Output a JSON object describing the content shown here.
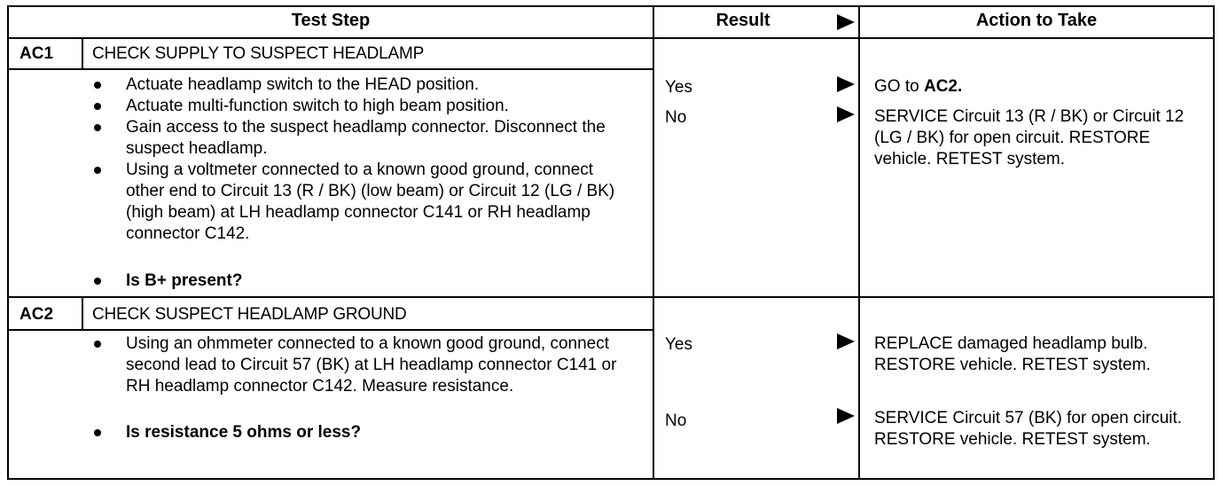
{
  "headers": {
    "test_step": "Test Step",
    "result": "Result",
    "action": "Action to Take"
  },
  "sections": [
    {
      "code": "AC1",
      "title": "CHECK SUPPLY TO SUSPECT HEADLAMP",
      "steps": [
        "Actuate headlamp switch to the HEAD position.",
        "Actuate multi-function switch to high beam position.",
        "Gain access to the suspect headlamp connector. Disconnect the suspect headlamp.",
        "Using a voltmeter connected to a known good ground, connect other end to Circuit 13 (R / BK) (low beam) or Circuit 12 (LG / BK) (high beam) at LH headlamp connector C141 or RH headlamp connector C142."
      ],
      "question": "Is B+ present?",
      "results": [
        {
          "result": "Yes",
          "action_prefix": "GO to ",
          "action_bold": "AC2."
        },
        {
          "result": "No",
          "action": "SERVICE Circuit 13 (R / BK) or Circuit 12 (LG / BK) for open circuit. RESTORE vehicle. RETEST system."
        }
      ]
    },
    {
      "code": "AC2",
      "title": "CHECK SUSPECT HEADLAMP GROUND",
      "steps": [
        "Using an ohmmeter connected to a known good ground, connect second lead to Circuit 57 (BK) at LH headlamp connector C141 or RH headlamp connector C142. Measure resistance."
      ],
      "question": "Is resistance 5 ohms or less?",
      "results": [
        {
          "result": "Yes",
          "action": "REPLACE damaged headlamp bulb. RESTORE vehicle. RETEST system."
        },
        {
          "result": "No",
          "action": "SERVICE Circuit 57 (BK) for open circuit. RESTORE vehicle. RETEST system."
        }
      ]
    }
  ]
}
